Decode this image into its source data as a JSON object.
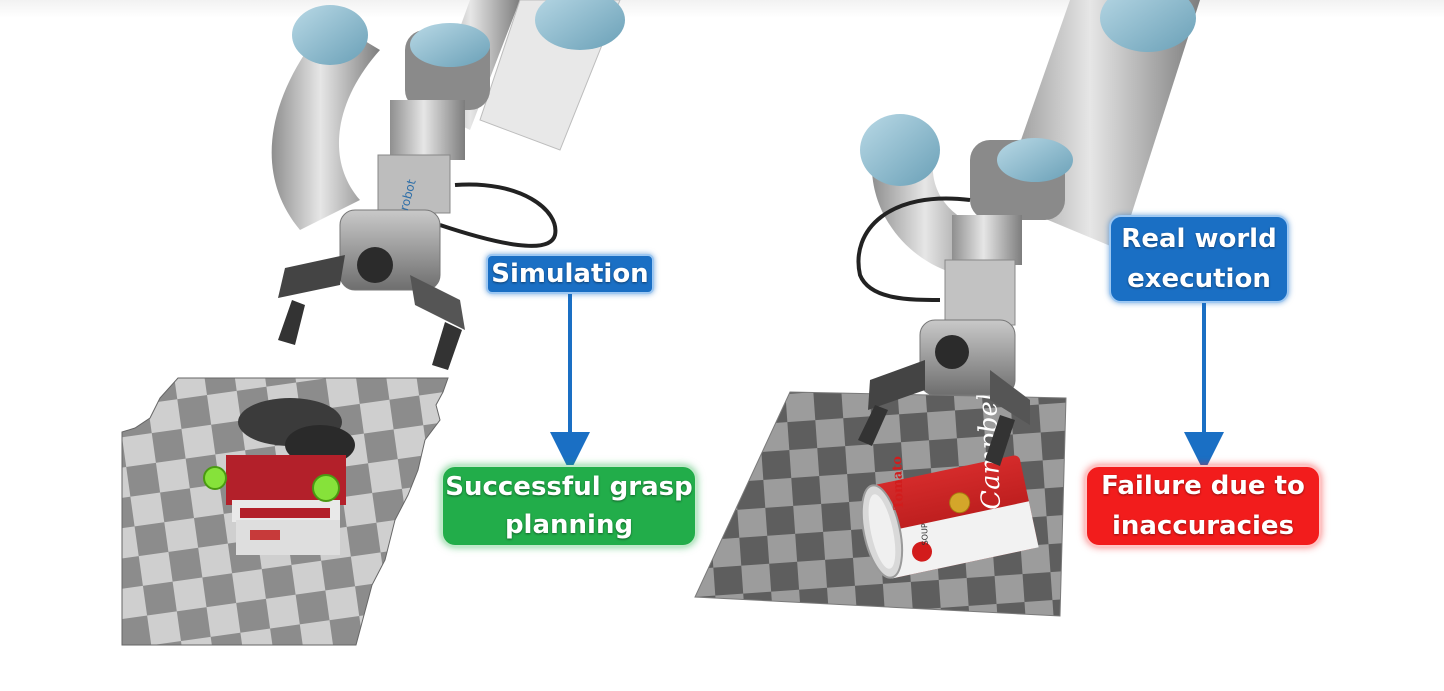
{
  "labels": {
    "simulation": "Simulation",
    "success": [
      "Successful grasp",
      "planning"
    ],
    "real": [
      "Real world",
      "execution"
    ],
    "failure": [
      "Failure due to",
      "inaccuracies"
    ]
  },
  "can": {
    "brand": "Campbell's",
    "variety": "Tomato",
    "soup": "SOUP"
  },
  "gripper_badge": "robot",
  "colors": {
    "blue": "#1a6fc4",
    "green": "#22ad4a",
    "red": "#f21c1c",
    "arrow": "#1a6fc4"
  }
}
